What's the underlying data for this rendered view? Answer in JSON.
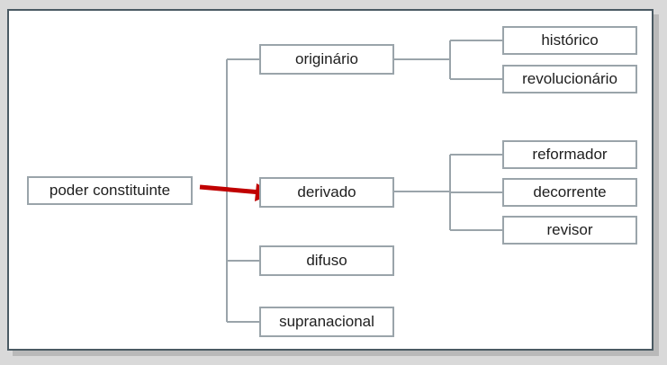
{
  "diagram": {
    "root": "poder constituinte",
    "branches": {
      "originario": "originário",
      "derivado": "derivado",
      "difuso": "difuso",
      "supranacional": "supranacional"
    },
    "originario_children": [
      "histórico",
      "revolucionário"
    ],
    "derivado_children": [
      "reformador",
      "decorrente",
      "revisor"
    ]
  },
  "colors": {
    "connector": "#9aa4aa",
    "arrow": "#c00000",
    "frame": "#4a5a63"
  }
}
